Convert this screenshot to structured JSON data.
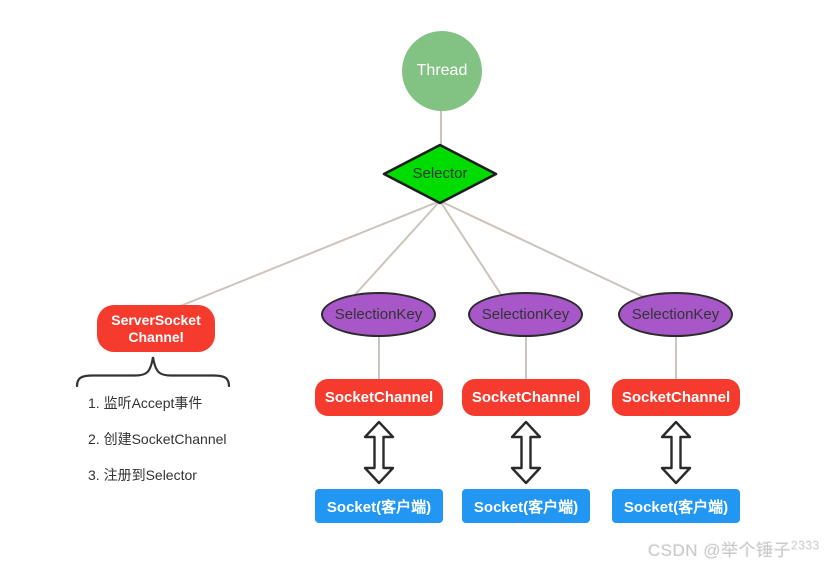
{
  "diagram": {
    "thread": {
      "label": "Thread"
    },
    "selector": {
      "label": "Selector"
    },
    "server_socket_channel": {
      "line1": "ServerSocket",
      "line2": "Channel"
    },
    "columns": [
      {
        "selection_key": "SelectionKey",
        "socket_channel": "SocketChannel",
        "socket": "Socket(客户端)"
      },
      {
        "selection_key": "SelectionKey",
        "socket_channel": "SocketChannel",
        "socket": "Socket(客户端)"
      },
      {
        "selection_key": "SelectionKey",
        "socket_channel": "SocketChannel",
        "socket": "Socket(客户端)"
      }
    ],
    "server_socket_notes": [
      "1. 监听Accept事件",
      "2. 创建SocketChannel",
      "3. 注册到Selector"
    ],
    "colors": {
      "thread_fill": "#82C283",
      "selector_fill": "#00DC00",
      "selection_key_fill": "#A757C8",
      "channel_fill": "#F43B2E",
      "socket_fill": "#2196F3",
      "connector_line": "#CCC4BC",
      "shape_outline": "#212121",
      "dark_text": "#333333"
    }
  },
  "watermark": {
    "text": "CSDN @举个锤子",
    "superscript": "2333"
  }
}
